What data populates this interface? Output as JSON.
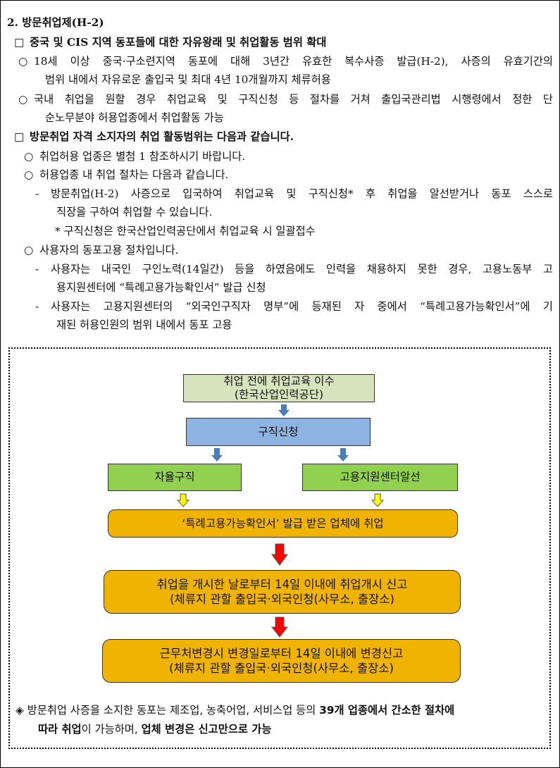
{
  "lines": [
    {
      "id": "l1",
      "text": "2. 방문취업제(H-2)"
    },
    {
      "id": "l2",
      "sym": "□",
      "text": "중국 및 CIS 지역 동포들에 대한 자유왕래 및 취업활동 범위 확대"
    },
    {
      "id": "l3",
      "sym": "○",
      "text": "18세 이상 중국·구소련지역 동포에 대해 3년간 유효한 복수사증 발급(H-2), 사증의 유효기간의"
    },
    {
      "id": "l4",
      "text": "범위 내에서 자유로운 출입국 및 최대 4년 10개월까지 체류허용"
    },
    {
      "id": "l5",
      "sym": "○",
      "text": "국내 취업을 원할 경우 취업교육 및 구직신청 등 절차를 거쳐 출입국관리법 시행령에서 정한 단"
    },
    {
      "id": "l6",
      "text": "순노무분야 허용업종에서 취업활동 가능"
    },
    {
      "id": "l7",
      "sym": "□",
      "text": "방문취업 자격 소지자의 취업 활동범위는 다음과 같습니다."
    },
    {
      "id": "l8",
      "sym": "○",
      "text": "취업허용 업종은 별첨 1 참조하시기 바랍니다."
    },
    {
      "id": "l9",
      "sym": "○",
      "text": "허용업종 내 취업 절차는 다음과 같습니다."
    },
    {
      "id": "l10",
      "sym": "-",
      "text": "방문취업(H-2) 사증으로 입국하여 취업교육 및 구직신청* 후 취업을 알선받거나 동포 스스로"
    },
    {
      "id": "l11",
      "text": "직장을 구하여 취업할 수 있습니다."
    },
    {
      "id": "l12",
      "text": "* 구직신청은 한국산업인력공단에서 취업교육 시 일괄접수"
    },
    {
      "id": "l13",
      "sym": "○",
      "text": "사용자의 동포고용 절차입니다."
    },
    {
      "id": "l14",
      "sym": "-",
      "text": "사용자는 내국인 구인노력(14일간) 등을 하였음에도 인력을 채용하지 못한 경우, 고용노동부 고"
    },
    {
      "id": "l15",
      "text": "용지원센터에 “특례고용가능확인서” 발급 신청"
    },
    {
      "id": "l16",
      "sym": "-",
      "text": "사용자는 고용지원센터의 “외국인구직자 명부”에 등재된 자 중에서 “특례고용가능확인서”에 기"
    },
    {
      "id": "l17",
      "text": "재된 허용인원의 범위 내에서 동포 고용"
    }
  ],
  "flow": {
    "step1": {
      "line1": "취업 전에 취업교육 이수",
      "line2": "(한국산업인력공단)"
    },
    "step2": "구직신청",
    "step3a": "자율구직",
    "step3b": "고용지원센터알선",
    "step4": "‘특례고용가능확인서’ 발급 받은 업체에 취업",
    "step5": {
      "line1": "취업을 개시한 날로부터 14일 이내에 취업개시 신고",
      "line2": "(체류지 관할 출입국·외국인청(사무소, 출장소)"
    },
    "step6": {
      "line1": "근무처변경시 변경일로부터 14일 이내에 변경신고",
      "line2": "(체류지 관할 출입국·외국인청(사무소, 출장소)"
    }
  },
  "note": {
    "symbol": "◈",
    "part1": "방문취업 사증을 소지한 동포는 제조업, 농축어업, 서비스업 등의",
    "part2_bold": "39개 업종에서 간소한 절차에",
    "part3_bold": "따라 취업",
    "part4": "이 가능하며,",
    "part5_bold": "업체 변경은 신고만으로 가능"
  },
  "colors": {
    "box_light_green": "#d6e3bc",
    "box_blue": "#8db3e2",
    "box_green": "#92d050",
    "box_gold": "#f0b400",
    "arrow_blue": "#4a7ebb",
    "arrow_yellow": "#ffff00",
    "arrow_red": "#ff0000"
  }
}
